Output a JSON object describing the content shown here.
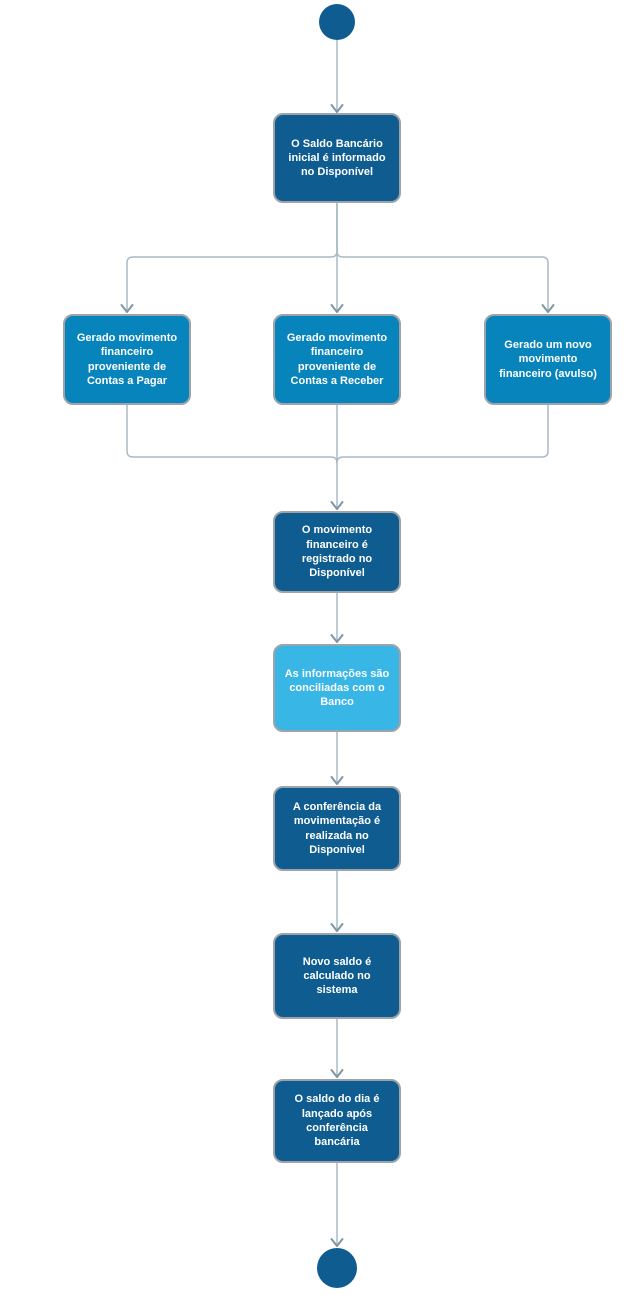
{
  "diagram": {
    "type": "flowchart",
    "language": "pt-BR",
    "background": "#ffffff",
    "colors": {
      "node_dark": "#0e5c90",
      "node_medium": "#0884bc",
      "node_light": "#38b6e6",
      "node_border": "#9da3a8",
      "connector_line": "#a8bbc4",
      "arrowhead": "#7e96a4",
      "terminal_fill": "#0e5c90",
      "text": "#ffffff"
    },
    "nodes": [
      {
        "id": "start",
        "kind": "start-terminal",
        "label": ""
      },
      {
        "id": "saldo-inicial",
        "kind": "activity",
        "variant": "dark",
        "label": "O Saldo Bancário inicial é informado no Disponível"
      },
      {
        "id": "mov-pagar",
        "kind": "activity",
        "variant": "medium",
        "label": "Gerado movimento financeiro proveniente de Contas a Pagar"
      },
      {
        "id": "mov-receber",
        "kind": "activity",
        "variant": "medium",
        "label": "Gerado movimento financeiro proveniente de Contas a Receber"
      },
      {
        "id": "mov-avulso",
        "kind": "activity",
        "variant": "medium",
        "label": "Gerado um novo movimento financeiro (avulso)"
      },
      {
        "id": "mov-registrado",
        "kind": "activity",
        "variant": "dark",
        "label": "O movimento financeiro é registrado no Disponível"
      },
      {
        "id": "conciliacao",
        "kind": "activity",
        "variant": "light",
        "label": "As informações são conciliadas com o Banco"
      },
      {
        "id": "conferencia",
        "kind": "activity",
        "variant": "dark",
        "label": "A conferência da movimentação é realizada no Disponível"
      },
      {
        "id": "novo-saldo",
        "kind": "activity",
        "variant": "dark",
        "label": "Novo saldo é calculado no sistema"
      },
      {
        "id": "saldo-dia",
        "kind": "activity",
        "variant": "dark",
        "label": "O saldo do dia é lançado após conferência bancária"
      },
      {
        "id": "end",
        "kind": "end-terminal",
        "label": ""
      }
    ],
    "edges": [
      {
        "from": "start",
        "to": "saldo-inicial"
      },
      {
        "from": "saldo-inicial",
        "to": "mov-pagar"
      },
      {
        "from": "saldo-inicial",
        "to": "mov-receber"
      },
      {
        "from": "saldo-inicial",
        "to": "mov-avulso"
      },
      {
        "from": "mov-pagar",
        "to": "mov-registrado"
      },
      {
        "from": "mov-receber",
        "to": "mov-registrado"
      },
      {
        "from": "mov-avulso",
        "to": "mov-registrado"
      },
      {
        "from": "mov-registrado",
        "to": "conciliacao"
      },
      {
        "from": "conciliacao",
        "to": "conferencia"
      },
      {
        "from": "conferencia",
        "to": "novo-saldo"
      },
      {
        "from": "novo-saldo",
        "to": "saldo-dia"
      },
      {
        "from": "saldo-dia",
        "to": "end"
      }
    ]
  }
}
